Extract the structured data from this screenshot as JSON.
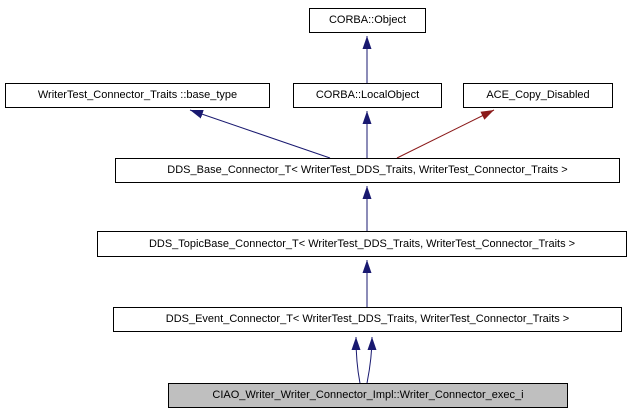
{
  "diagram": {
    "type": "class-inheritance-graph",
    "nodes": {
      "corbaObject": {
        "label": "CORBA::Object",
        "current": false
      },
      "writerTestBaseType": {
        "label": "WriterTest_Connector_Traits ::base_type",
        "current": false
      },
      "corbaLocalObject": {
        "label": "CORBA::LocalObject",
        "current": false
      },
      "aceCopyDisabled": {
        "label": "ACE_Copy_Disabled",
        "current": false
      },
      "ddsBaseConnector": {
        "label": "DDS_Base_Connector_T< WriterTest_DDS_Traits, WriterTest_Connector_Traits >",
        "current": false
      },
      "ddsTopicBaseConnector": {
        "label": "DDS_TopicBase_Connector_T< WriterTest_DDS_Traits, WriterTest_Connector_Traits >",
        "current": false
      },
      "ddsEventConnector": {
        "label": "DDS_Event_Connector_T< WriterTest_DDS_Traits, WriterTest_Connector_Traits >",
        "current": false
      },
      "writerConnectorExec": {
        "label": "CIAO_Writer_Writer_Connector_Impl::Writer_Connector_exec_i",
        "current": true
      }
    },
    "edges": [
      {
        "from": "corbaLocalObject",
        "to": "corbaObject",
        "relation": "public-inheritance"
      },
      {
        "from": "ddsBaseConnector",
        "to": "writerTestBaseType",
        "relation": "public-inheritance"
      },
      {
        "from": "ddsBaseConnector",
        "to": "corbaLocalObject",
        "relation": "public-inheritance"
      },
      {
        "from": "ddsBaseConnector",
        "to": "aceCopyDisabled",
        "relation": "private-inheritance"
      },
      {
        "from": "ddsTopicBaseConnector",
        "to": "ddsBaseConnector",
        "relation": "public-inheritance"
      },
      {
        "from": "ddsEventConnector",
        "to": "ddsTopicBaseConnector",
        "relation": "public-inheritance"
      },
      {
        "from": "writerConnectorExec",
        "to": "ddsEventConnector",
        "relation": "public-inheritance"
      },
      {
        "from": "writerConnectorExec",
        "to": "ddsEventConnector",
        "relation": "public-inheritance"
      }
    ],
    "colors": {
      "edge_public": "#191970",
      "edge_private": "#8b1a1a",
      "node_fill": "#ffffff",
      "node_border": "#000000",
      "current_node_fill": "#bfbfbf",
      "text": "#000000",
      "page_background": "#ffffff"
    }
  }
}
